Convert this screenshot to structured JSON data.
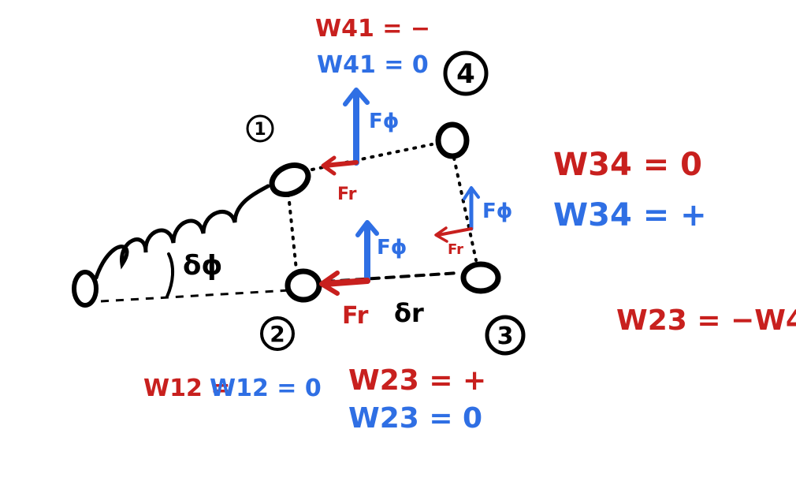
{
  "colors": {
    "ink": "#000000",
    "red": "#c8201e",
    "blue": "#2f6fe4",
    "background": "#ffffff"
  },
  "nodes": {
    "n1": "1",
    "n2": "2",
    "n3": "3",
    "n4": "4"
  },
  "angle_label": "δϕ",
  "radial_label": "δr",
  "forces": {
    "radial": "Fr",
    "angular": "Fϕ"
  },
  "work": {
    "w41_red": "W41 = −",
    "w41_blue": "W41 = 0",
    "w34_red": "W34 = 0",
    "w34_blue": "W34 = +",
    "w12_red": "W12 =",
    "w12_blue": "W12 = 0",
    "w23_red": "W23 = +",
    "w23_blue": "W23 = 0",
    "w23_total": "W23 = −W4"
  }
}
